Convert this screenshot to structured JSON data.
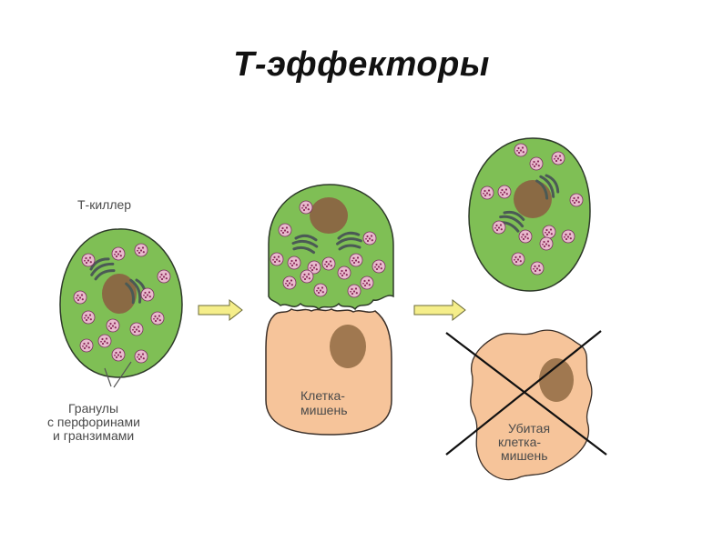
{
  "slide": {
    "title": "Т-эффекторы"
  },
  "labels": {
    "t_killer": "Т-киллер",
    "granules": [
      "Гранулы",
      "с перфоринами",
      "и гранзимами"
    ],
    "target_cell": [
      "Клетка-",
      "мишень"
    ],
    "killed_target": [
      "Убитая",
      "клетка-",
      "мишень"
    ]
  },
  "colors": {
    "cell_green": "#7fbf55",
    "cell_outline": "#2e3a2a",
    "nucleus": "#8a6a44",
    "target_cell": "#f6c49a",
    "target_nucleus": "#a07850",
    "granule": "#e8b9cc",
    "granule_dot": "#8a2a5a",
    "arrow_fill": "#f5ee8a",
    "arrow_outline": "#6b6b3a",
    "cross": "#111111"
  },
  "icons": [
    "right-arrow-icon",
    "right-arrow-icon",
    "cross-icon"
  ]
}
